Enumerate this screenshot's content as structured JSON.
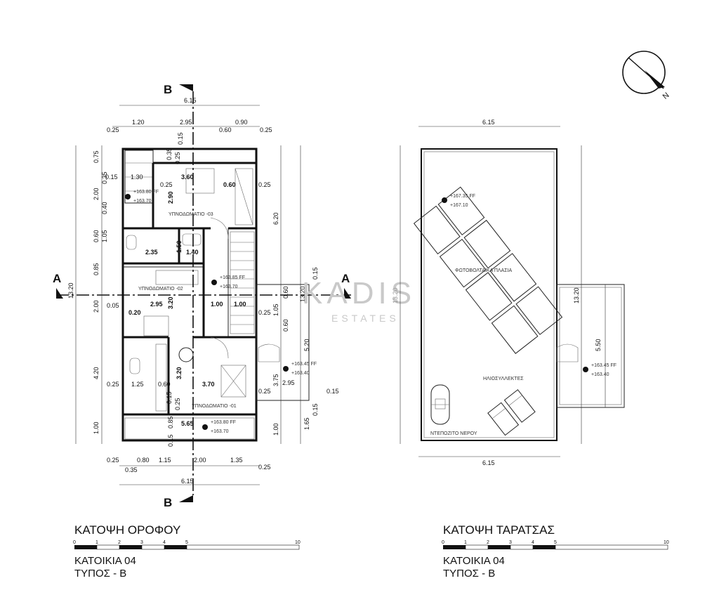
{
  "floor_plan": {
    "title": "ΚΑΤΟΨΗ ΟΡΟΦΟΥ",
    "subtitle_1": "ΚΑΤΟΙΚΙΑ 04",
    "subtitle_2": "ΤΥΠΟΣ - Β",
    "section_a": "A",
    "section_b": "B",
    "rooms": {
      "bedroom_1": "ΥΠΝΟΔΩΜΑΤΙΟ -01",
      "bedroom_2": "ΥΠΝΟΔΩΜΑΤΙΟ -02",
      "bedroom_3": "ΥΠΝΟΔΩΜΑΤΙΟ -03"
    },
    "levels": [
      {
        "ff": "+163.80 FF",
        "sl": "+163.70"
      },
      {
        "ff": "+163.85 FF",
        "sl": "+163.70"
      },
      {
        "ff": "+163.45 FF",
        "sl": "+163.40"
      },
      {
        "ff": "+163.80 FF",
        "sl": "+163.70"
      }
    ],
    "dims": {
      "top_total": "6.15",
      "top_row": [
        "0.25",
        "1.20",
        "2.95",
        "0.60",
        "0.90",
        "0.25"
      ],
      "bottom_total": "6.15",
      "bottom_row": [
        "0.25",
        "0.80",
        "1.15",
        "2.00",
        "1.35",
        "0.25"
      ],
      "bottom_small": "0.35",
      "left_outer": "13.20",
      "left_row": [
        "0.75",
        "0.35",
        "2.00",
        "0.40",
        "0.60",
        "1.05",
        "0.85",
        "2.00",
        "4.20",
        "1.00"
      ],
      "right_outer": "13.20",
      "right_row": [
        "6.20",
        "1.05",
        "0.60",
        "5.20",
        "1.00",
        "0.60",
        "3.75",
        "1.65",
        "0.15",
        "0.15"
      ],
      "interior": [
        "0.15",
        "0.35",
        "0.25",
        "1.30",
        "0.15",
        "0.25",
        "2.90",
        "3.60",
        "0.60",
        "0.25",
        "2.35",
        "1.50",
        "1.40",
        "0.05",
        "0.20",
        "2.95",
        "3.20",
        "1.00",
        "1.00",
        "0.25",
        "3.20",
        "3.70",
        "1.25",
        "0.60",
        "0.25",
        "2.95",
        "0.15",
        "0.25",
        "5.65",
        "0.85",
        "0.15",
        "0.25",
        "0.15"
      ]
    }
  },
  "roof_plan": {
    "title": "ΚΑΤΟΨΗ ΤΑΡΑΤΣΑΣ",
    "subtitle_1": "ΚΑΤΟΙΚΙΑ 04",
    "subtitle_2": "ΤΥΠΟΣ - Β",
    "pv_label": "ΦΩΤΟΒΟΛΤΑΙΚΑ ΠΛΑΣΙΑ",
    "solar_label": "ΗΛΙΟΣΥΛΛΕΚΤΕΣ",
    "tank_label": "ΝΤΕΠΟΖΙΤΟ ΝΕΡΟΥ",
    "levels": [
      {
        "ff": "+167.35 FF",
        "sl": "+167.10"
      },
      {
        "ff": "+163.45 FF",
        "sl": "+163.40"
      }
    ],
    "dims": {
      "top": "6.15",
      "bottom": "6.15",
      "left": "13.20",
      "right": "13.20",
      "right_small": "5.50"
    }
  },
  "scale_bar": {
    "labels": [
      "0",
      "1",
      "2",
      "3",
      "4",
      "5",
      "10"
    ]
  },
  "watermark": {
    "main": "KADIS",
    "sub": "ESTATES"
  },
  "north_label": "N"
}
